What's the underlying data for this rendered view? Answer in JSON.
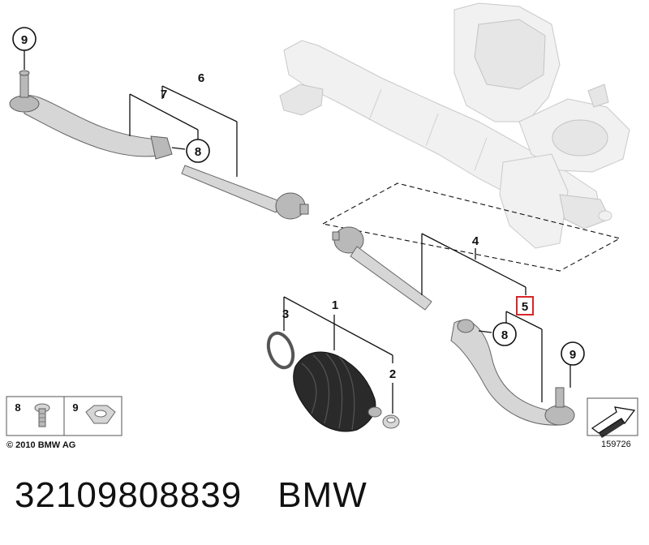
{
  "labels": {
    "p1": "1",
    "p2": "2",
    "p3": "3",
    "p4": "4",
    "p5": "5",
    "p6": "6",
    "p7": "7",
    "p8": "8",
    "p9": "9"
  },
  "legend": {
    "item_a": "8",
    "item_b": "9"
  },
  "copyright": "© 2010 BMW AG",
  "diagram_ref": "159726",
  "caption": {
    "part_number": "32109808839",
    "brand": "BMW"
  },
  "colors": {
    "highlight": "#d7262b",
    "ink": "#111111",
    "ghost": "#c9c9c9"
  }
}
